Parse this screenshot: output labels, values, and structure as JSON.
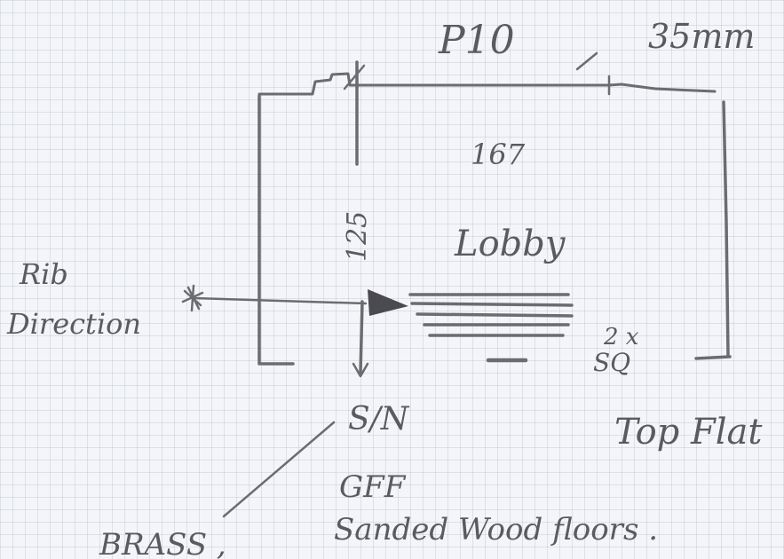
{
  "sketch": {
    "top_reference": "P10",
    "top_dimension": "35mm",
    "width_dimension": "167",
    "depth_dimension": "125",
    "room_label": "Lobby",
    "rib_label": "Rib",
    "direction_label": "Direction",
    "quantity_note": "2 x",
    "sq_note": "SQ",
    "sn_label": "S/N",
    "flat_label": "Top Flat",
    "brass_label": "BRASS ,",
    "floor_code": "GFF",
    "floor_finish": "Sanded Wood floors ."
  }
}
